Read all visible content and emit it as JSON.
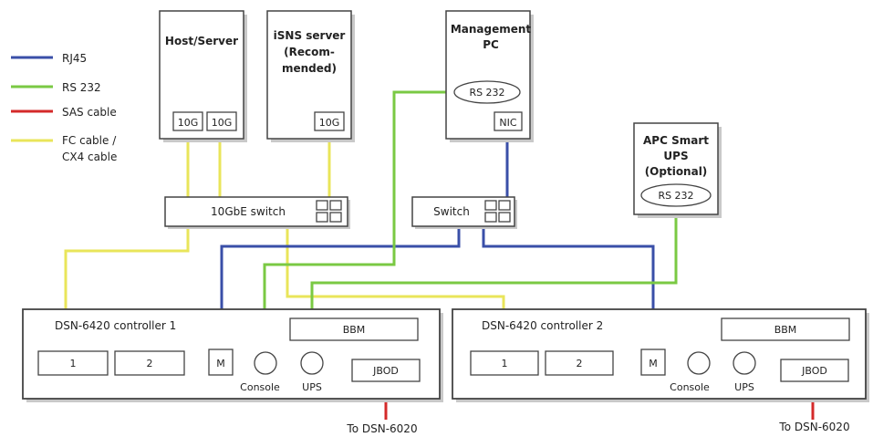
{
  "legend": {
    "items": [
      {
        "label": "RJ45",
        "color": "#3a4fa8"
      },
      {
        "label": "RS 232",
        "color": "#7ac943"
      },
      {
        "label": "SAS cable",
        "color": "#d42a2a"
      },
      {
        "label": "FC cable /",
        "label2": "CX4 cable",
        "color": "#e9e55a"
      }
    ]
  },
  "host": {
    "title": "Host/Server",
    "port1": "10G",
    "port2": "10G"
  },
  "isns": {
    "line1": "iSNS server",
    "line2": "(Recom-",
    "line3": "mended)",
    "port": "10G"
  },
  "mgmt": {
    "line1": "Management",
    "line2": "PC",
    "rs232": "RS 232",
    "nic": "NIC"
  },
  "ups": {
    "line1": "APC Smart",
    "line2": "UPS",
    "line3": "(Optional)",
    "rs232": "RS 232"
  },
  "switch10g": {
    "label": "10GbE switch"
  },
  "switch": {
    "label": "Switch"
  },
  "controller1": {
    "title": "DSN-6420 controller 1",
    "port1": "1",
    "port2": "2",
    "m": "M",
    "console": "Console",
    "ups": "UPS",
    "bbm": "BBM",
    "jbod": "JBOD",
    "to": "To DSN-6020"
  },
  "controller2": {
    "title": "DSN-6420 controller 2",
    "port1": "1",
    "port2": "2",
    "m": "M",
    "console": "Console",
    "ups": "UPS",
    "bbm": "BBM",
    "jbod": "JBOD",
    "to": "To DSN-6020"
  }
}
